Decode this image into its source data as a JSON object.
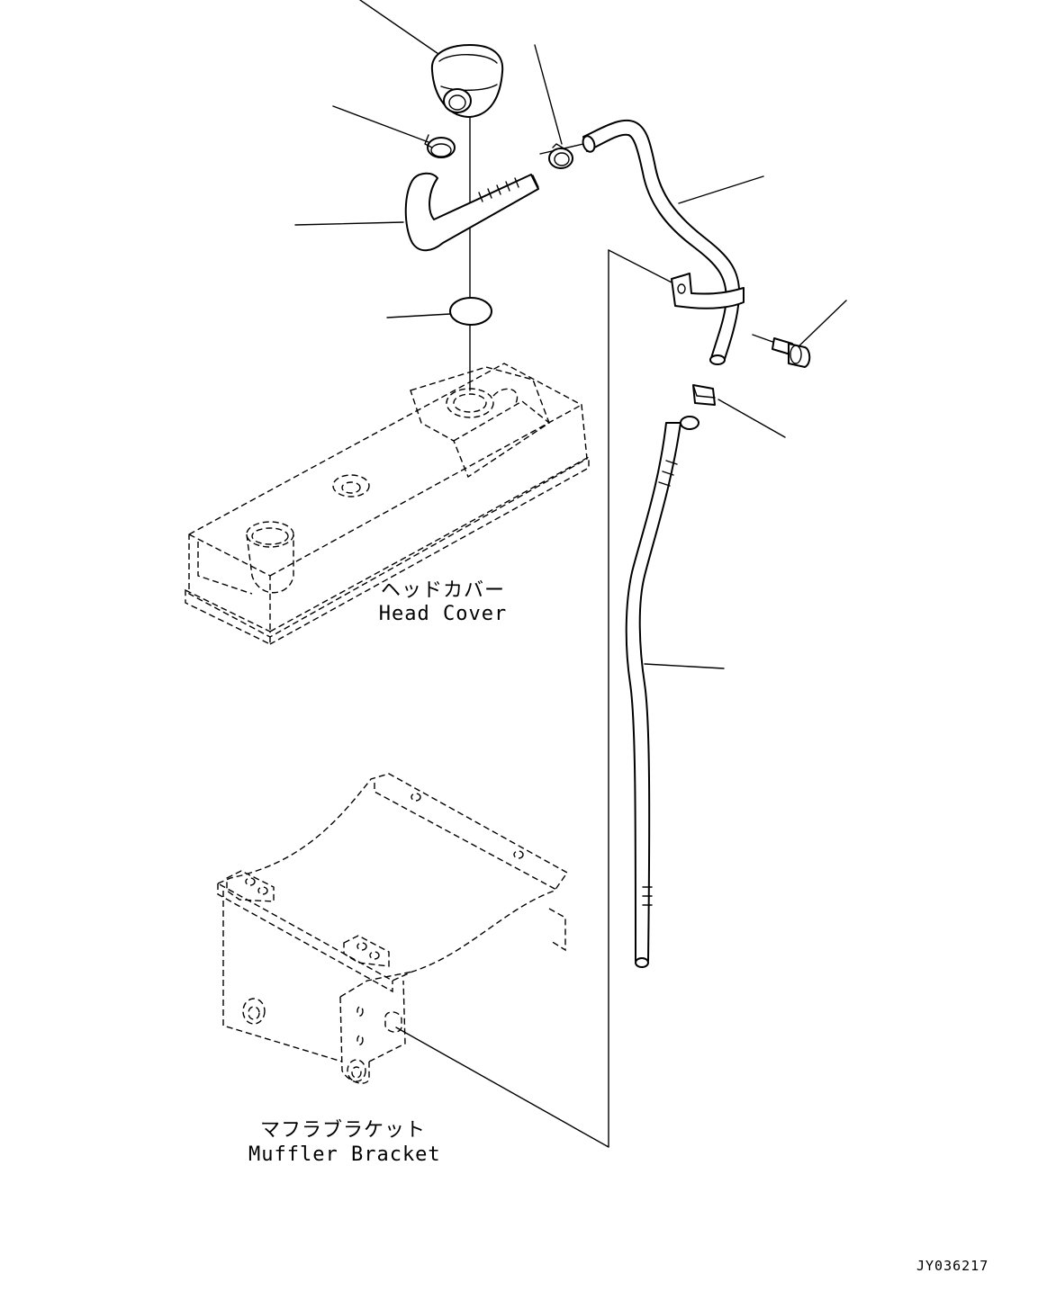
{
  "labels": {
    "head_cover_jp": "ヘッドカバー",
    "head_cover_en": "Head Cover",
    "muffler_bracket_jp": "マフラブラケット",
    "muffler_bracket_en": "Muffler Bracket"
  },
  "drawing_id": "JY036217",
  "colors": {
    "line": "#000000",
    "background": "#ffffff"
  }
}
